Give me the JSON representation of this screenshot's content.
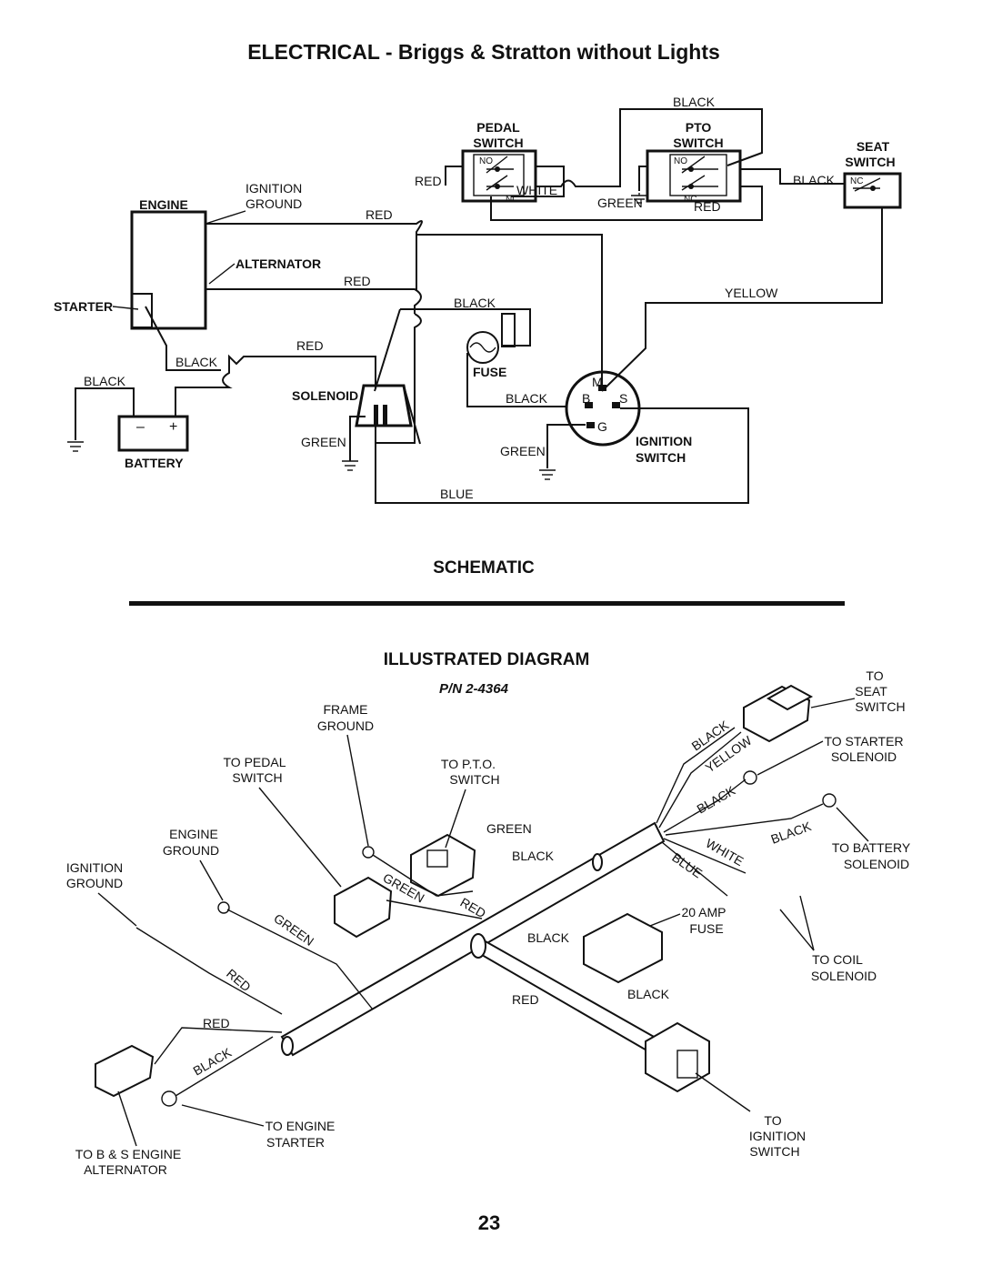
{
  "page_title": "ELECTRICAL - Briggs & Stratton without Lights",
  "schematic": {
    "heading": "SCHEMATIC",
    "components": {
      "pedal_switch": [
        "PEDAL",
        "SWITCH"
      ],
      "pto_switch": [
        "PTO",
        "SWITCH"
      ],
      "seat_switch": [
        "SEAT",
        "SWITCH"
      ],
      "engine": "ENGINE",
      "alternator": "ALTERNATOR",
      "starter": "STARTER",
      "battery": "BATTERY",
      "solenoid": "SOLENOID",
      "fuse": "FUSE",
      "ignition_switch": [
        "IGNITION",
        "SWITCH"
      ],
      "ignition_ground": [
        "IGNITION",
        "GROUND"
      ]
    },
    "contacts": {
      "no": "NO",
      "nc": "NC"
    },
    "terminals": {
      "m": "M",
      "b": "B",
      "s": "S",
      "g": "G",
      "minus": "–",
      "plus": "+"
    },
    "wires": {
      "black_top": "BLACK",
      "red_pedal": "RED",
      "white": "WHITE",
      "green_pto": "GREEN",
      "black_seat": "BLACK",
      "red_pto": "RED",
      "red_1": "RED",
      "red_2": "RED",
      "yellow": "YELLOW",
      "black_fuse": "BLACK",
      "red_solenoid": "RED",
      "black_starter": "BLACK",
      "black_battery": "BLACK",
      "black_ignition": "BLACK",
      "green_solenoid": "GREEN",
      "green_ignition": "GREEN",
      "blue": "BLUE"
    }
  },
  "illustrated": {
    "heading": "ILLUSTRATED DIAGRAM",
    "part_number": "P/N 2-4364",
    "callouts": {
      "to_seat_switch": [
        "TO",
        "SEAT",
        "SWITCH"
      ],
      "frame_ground": [
        "FRAME",
        "GROUND"
      ],
      "to_starter_solenoid": [
        "TO STARTER",
        "SOLENOID"
      ],
      "to_pedal_switch": [
        "TO PEDAL",
        "SWITCH"
      ],
      "to_pto_switch": [
        "TO P.T.O.",
        "SWITCH"
      ],
      "engine_ground": [
        "ENGINE",
        "GROUND"
      ],
      "ignition_ground": [
        "IGNITION",
        "GROUND"
      ],
      "to_battery_solenoid": [
        "TO BATTERY",
        "SOLENOID"
      ],
      "fuse_20amp": [
        "20 AMP",
        "FUSE"
      ],
      "to_coil_solenoid": [
        "TO COIL",
        "SOLENOID"
      ],
      "to_engine_starter": [
        "TO ENGINE",
        "STARTER"
      ],
      "to_ignition_switch": [
        "TO",
        "IGNITION",
        "SWITCH"
      ],
      "to_bs_alternator": [
        "TO B & S ENGINE",
        "ALTERNATOR"
      ]
    },
    "wire_labels": {
      "green_a": "GREEN",
      "black_a": "BLACK",
      "black_seat": "BLACK",
      "yellow": "YELLOW",
      "black_b": "BLACK",
      "black_c": "BLACK",
      "white": "WHITE",
      "blue": "BLUE",
      "green_b": "GREEN",
      "red_a": "RED",
      "green_c": "GREEN",
      "red_b": "RED",
      "red_c": "RED",
      "black_d": "BLACK",
      "black_fuse_1": "BLACK",
      "red_fuse": "RED",
      "black_fuse_2": "BLACK"
    }
  },
  "page_number": "23"
}
